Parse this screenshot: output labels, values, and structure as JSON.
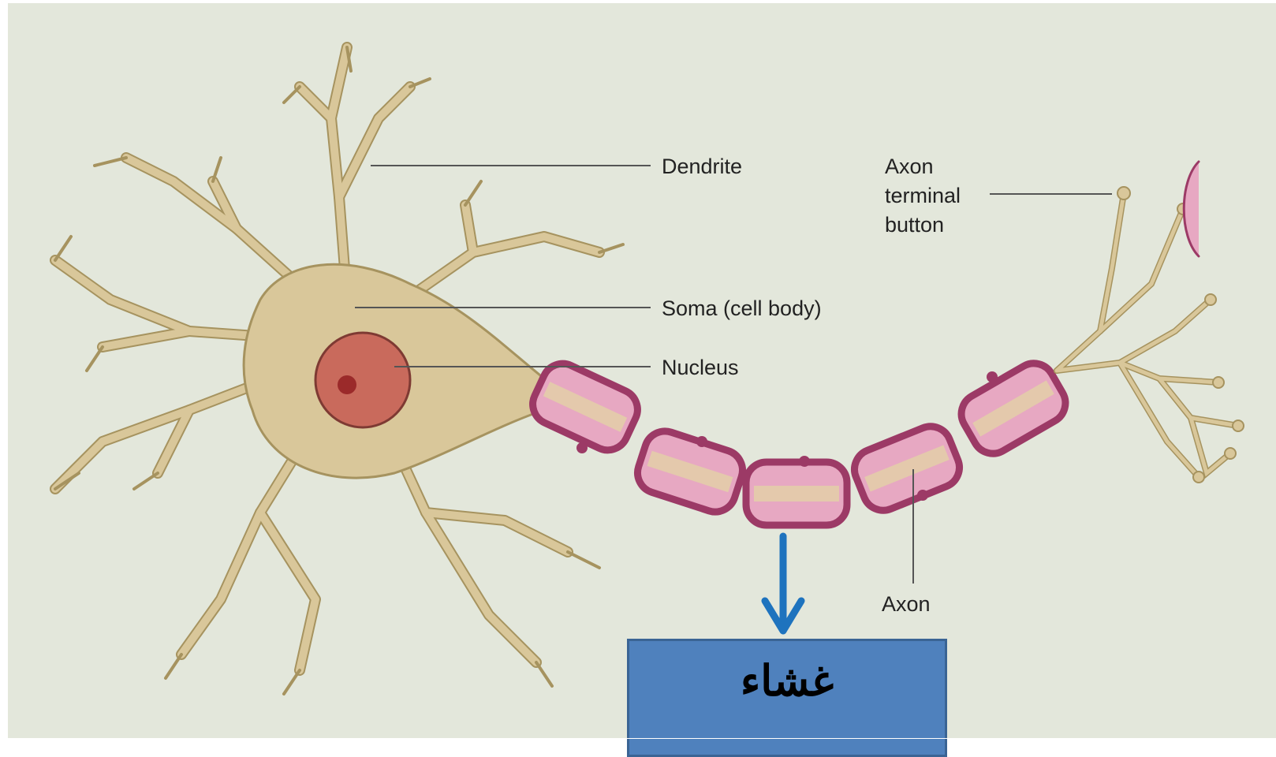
{
  "diagram": {
    "labels": {
      "dendrite": "Dendrite",
      "soma": "Soma (cell body)",
      "nucleus": "Nucleus",
      "axon_terminal_1": "Axon",
      "axon_terminal_2": "terminal",
      "axon_terminal_3": "button",
      "axon": "Axon"
    },
    "callout_text": "غشاء",
    "colors": {
      "background": "#e3e7db",
      "neuron_fill": "#d9c79a",
      "neuron_stroke": "#a6935f",
      "nucleus_fill": "#c96a5c",
      "nucleolus": "#9b2a2a",
      "myelin_outer": "#9c3a66",
      "myelin_fill": "#e7a8c2",
      "callout_box": "#4f81bd",
      "arrow": "#1e73be"
    }
  }
}
